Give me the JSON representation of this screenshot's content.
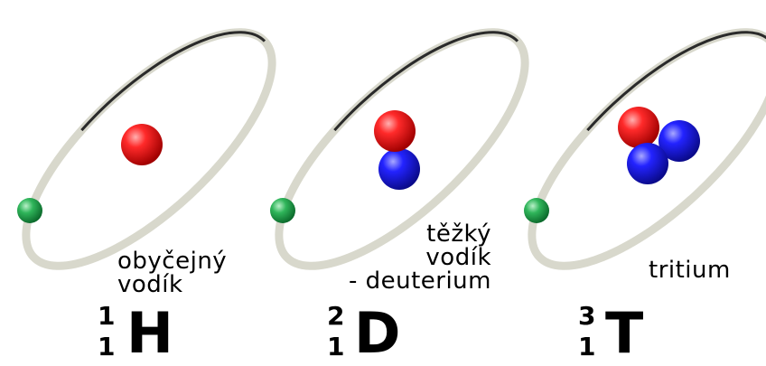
{
  "isotopes": [
    {
      "caption_lines": [
        "obyčejný",
        "vodík"
      ],
      "mass_number": "1",
      "atomic_number": "1",
      "symbol": "H",
      "protons": 1,
      "neutrons": 0
    },
    {
      "caption_lines": [
        "těžký",
        "vodík",
        "- deuterium"
      ],
      "mass_number": "2",
      "atomic_number": "1",
      "symbol": "D",
      "protons": 1,
      "neutrons": 1
    },
    {
      "caption_lines": [
        "tritium"
      ],
      "mass_number": "3",
      "atomic_number": "1",
      "symbol": "T",
      "protons": 1,
      "neutrons": 2
    }
  ],
  "colors": {
    "proton": "#e01010",
    "neutron": "#1515d8",
    "electron": "#1f9a45",
    "orbit_light": "#d8d8cc",
    "orbit_dark": "#2a2a2a"
  }
}
